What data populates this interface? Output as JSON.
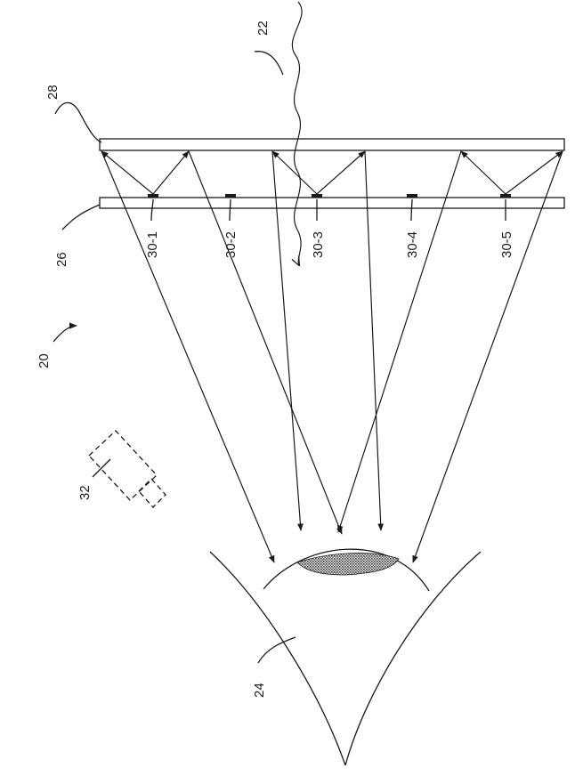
{
  "labels": {
    "system": "20",
    "incoming_light": "22",
    "eye": "24",
    "inner_plate": "26",
    "outer_plate": "28",
    "emitter_1": "30-1",
    "emitter_2": "30-2",
    "emitter_3": "30-3",
    "emitter_4": "30-4",
    "emitter_5": "30-5",
    "camera": "32"
  },
  "colors": {
    "ink": "#1a1a1a",
    "background": "#ffffff"
  }
}
